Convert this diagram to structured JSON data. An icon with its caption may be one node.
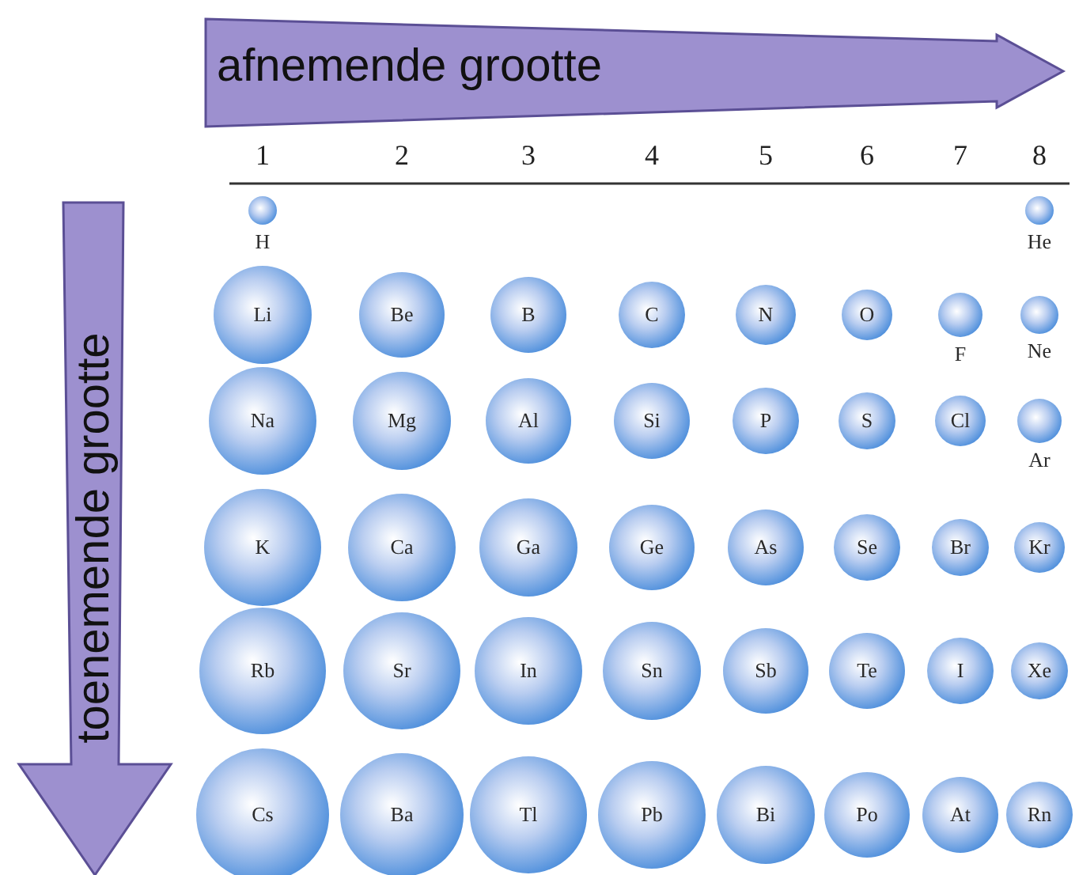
{
  "diagram": {
    "nodes": [
      {
        "text": [
          "H"
        ]
      },
      {
        "text": [
          "He"
        ]
      },
      {
        "text": [
          "Li"
        ]
      },
      {
        "text": [
          "Be"
        ]
      },
      {
        "text": [
          "B"
        ]
      },
      {
        "text": [
          "C"
        ]
      },
      {
        "text": [
          "N"
        ]
      },
      {
        "text": [
          "O"
        ]
      },
      {
        "text": [
          "F"
        ]
      },
      {
        "text": [
          "Ne"
        ]
      },
      {
        "text": [
          "Na"
        ]
      },
      {
        "text": [
          "Mg"
        ]
      },
      {
        "text": [
          "Al"
        ]
      },
      {
        "text": [
          "Si"
        ]
      },
      {
        "text": [
          "P"
        ]
      },
      {
        "text": [
          "S"
        ]
      },
      {
        "text": [
          "Cl"
        ]
      },
      {
        "text": [
          "Ar"
        ]
      },
      {
        "text": [
          "K"
        ]
      },
      {
        "text": [
          "Ca"
        ]
      },
      {
        "text": [
          "Ga"
        ]
      },
      {
        "text": [
          "Ge"
        ]
      },
      {
        "text": [
          "As"
        ]
      },
      {
        "text": [
          "Se"
        ]
      },
      {
        "text": [
          "Br"
        ]
      },
      {
        "text": [
          "Kr"
        ]
      },
      {
        "text": [
          "Rb"
        ]
      },
      {
        "text": [
          "Sr"
        ]
      },
      {
        "text": [
          "In"
        ]
      },
      {
        "text": [
          "Sn"
        ]
      },
      {
        "text": [
          "Sb"
        ]
      },
      {
        "text": [
          "Te"
        ]
      },
      {
        "text": [
          "I"
        ]
      },
      {
        "text": [
          "Xe"
        ]
      },
      {
        "text": [
          "Cs"
        ]
      },
      {
        "text": [
          "Ba"
        ]
      },
      {
        "text": [
          "Tl"
        ]
      },
      {
        "text": [
          "Pb"
        ]
      },
      {
        "text": [
          "Bi"
        ]
      },
      {
        "text": [
          "Po"
        ]
      },
      {
        "text": [
          "At"
        ]
      },
      {
        "text": [
          "Rn"
        ]
      }
    ],
    "labels": [
      "afnemende grootte",
      "toenemende grootte",
      "1",
      "2",
      "3",
      "4",
      "5",
      "6",
      "7",
      "8"
    ]
  }
}
